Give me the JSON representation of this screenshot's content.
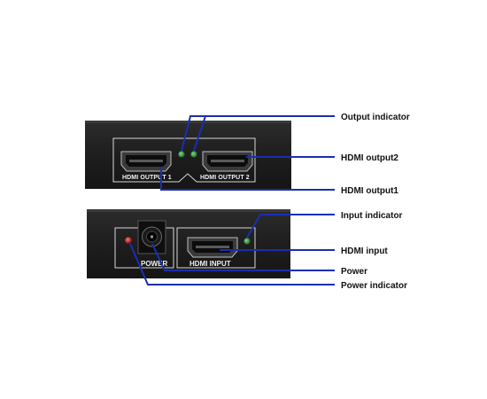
{
  "front_panel": {
    "label_output_1": "HDMI OUTPUT 1",
    "label_output_2": "HDMI OUTPUT 2"
  },
  "rear_panel": {
    "label_power": "POWER",
    "label_input": "HDMI INPUT"
  },
  "callouts": {
    "output_indicator": "Output indicator",
    "hdmi_output2": "HDMI output2",
    "hdmi_output1": "HDMI output1",
    "input_indicator": "Input indicator",
    "hdmi_input": "HDMI input",
    "power": "Power",
    "power_indicator": "Power indicator"
  },
  "colors": {
    "leader_line": "#1a2fb0",
    "device_body": "#222222",
    "led_green": "#2a8a3a",
    "led_red": "#b02020"
  }
}
